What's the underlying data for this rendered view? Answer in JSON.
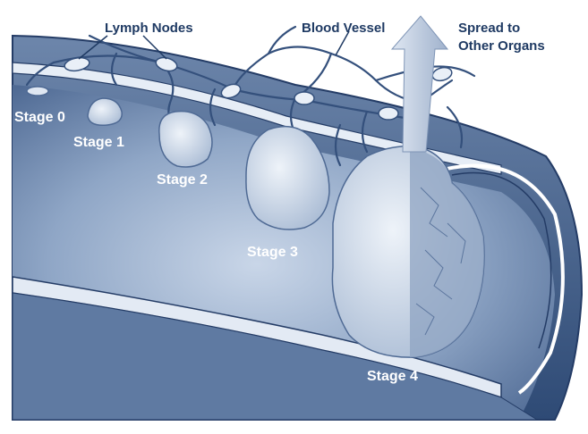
{
  "labels": {
    "lymph_nodes": "Lymph Nodes",
    "blood_vessel": "Blood Vessel",
    "spread_line1": "Spread to",
    "spread_line2": "Other Organs",
    "stage0": "Stage 0",
    "stage1": "Stage 1",
    "stage2": "Stage 2",
    "stage3": "Stage 3",
    "stage4": "Stage 4"
  },
  "colors": {
    "label_dark": "#1f3a63",
    "label_light": "#ffffff",
    "colon_fill": "#8fa6c6",
    "colon_shadow": "#4f6a94",
    "wall_edge": "#243c66",
    "tumor_fill": "#d9e2ee",
    "vessel": "#34507c",
    "arrow": "#b9c7dc"
  },
  "icons": [
    "up-arrow-icon"
  ]
}
